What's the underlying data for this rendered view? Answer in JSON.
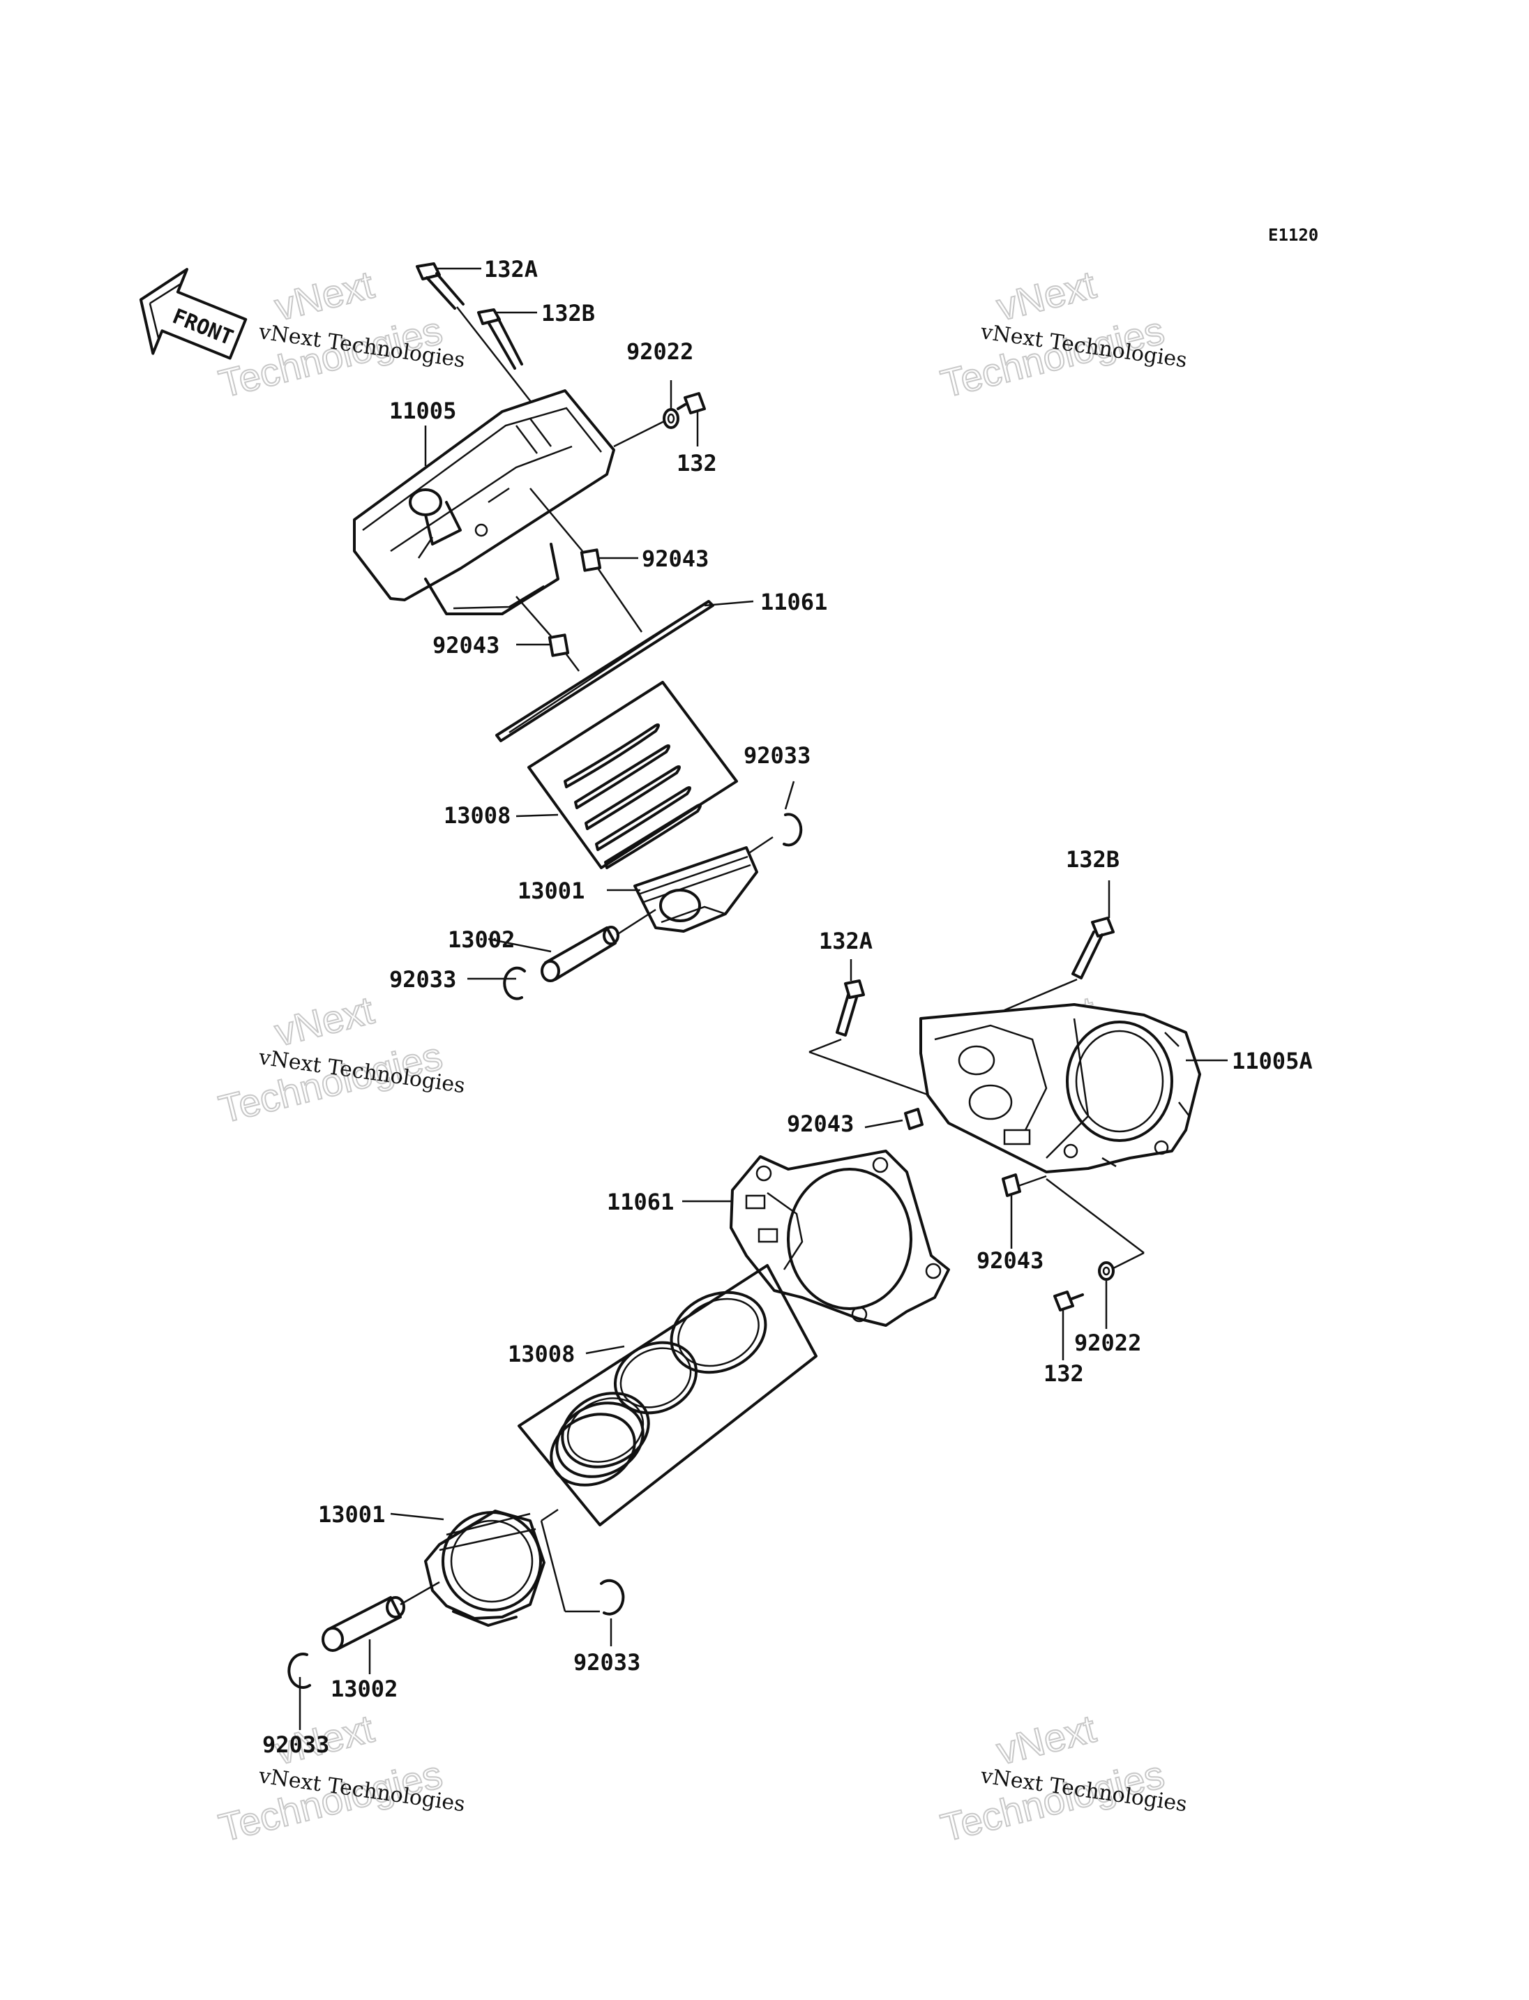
{
  "diagram_code": "E1120",
  "front_label": "FRONT",
  "watermark": {
    "line1": "vNext Technologies",
    "brand": "vNext",
    "word": "Technologies"
  },
  "upper_assembly": {
    "bolt_132a": "132A",
    "bolt_132b": "132B",
    "washer_92022": "92022",
    "bolt_132": "132",
    "cylinder_11005": "11005",
    "dowel_92043_a": "92043",
    "gasket_11061": "11061",
    "dowel_92043_b": "92043",
    "ring_set_13008": "13008",
    "circlip_92033_a": "92033",
    "piston_13001": "13001",
    "pin_13002": "13002",
    "circlip_92033_b": "92033"
  },
  "lower_assembly": {
    "bolt_132b": "132B",
    "bolt_132a": "132A",
    "cylinder_11005a": "11005A",
    "dowel_92043_a": "92043",
    "gasket_11061": "11061",
    "dowel_92043_b": "92043",
    "washer_92022": "92022",
    "bolt_132": "132",
    "ring_set_13008": "13008",
    "piston_13001": "13001",
    "circlip_92033_a": "92033",
    "pin_13002": "13002",
    "circlip_92033_b": "92033"
  }
}
